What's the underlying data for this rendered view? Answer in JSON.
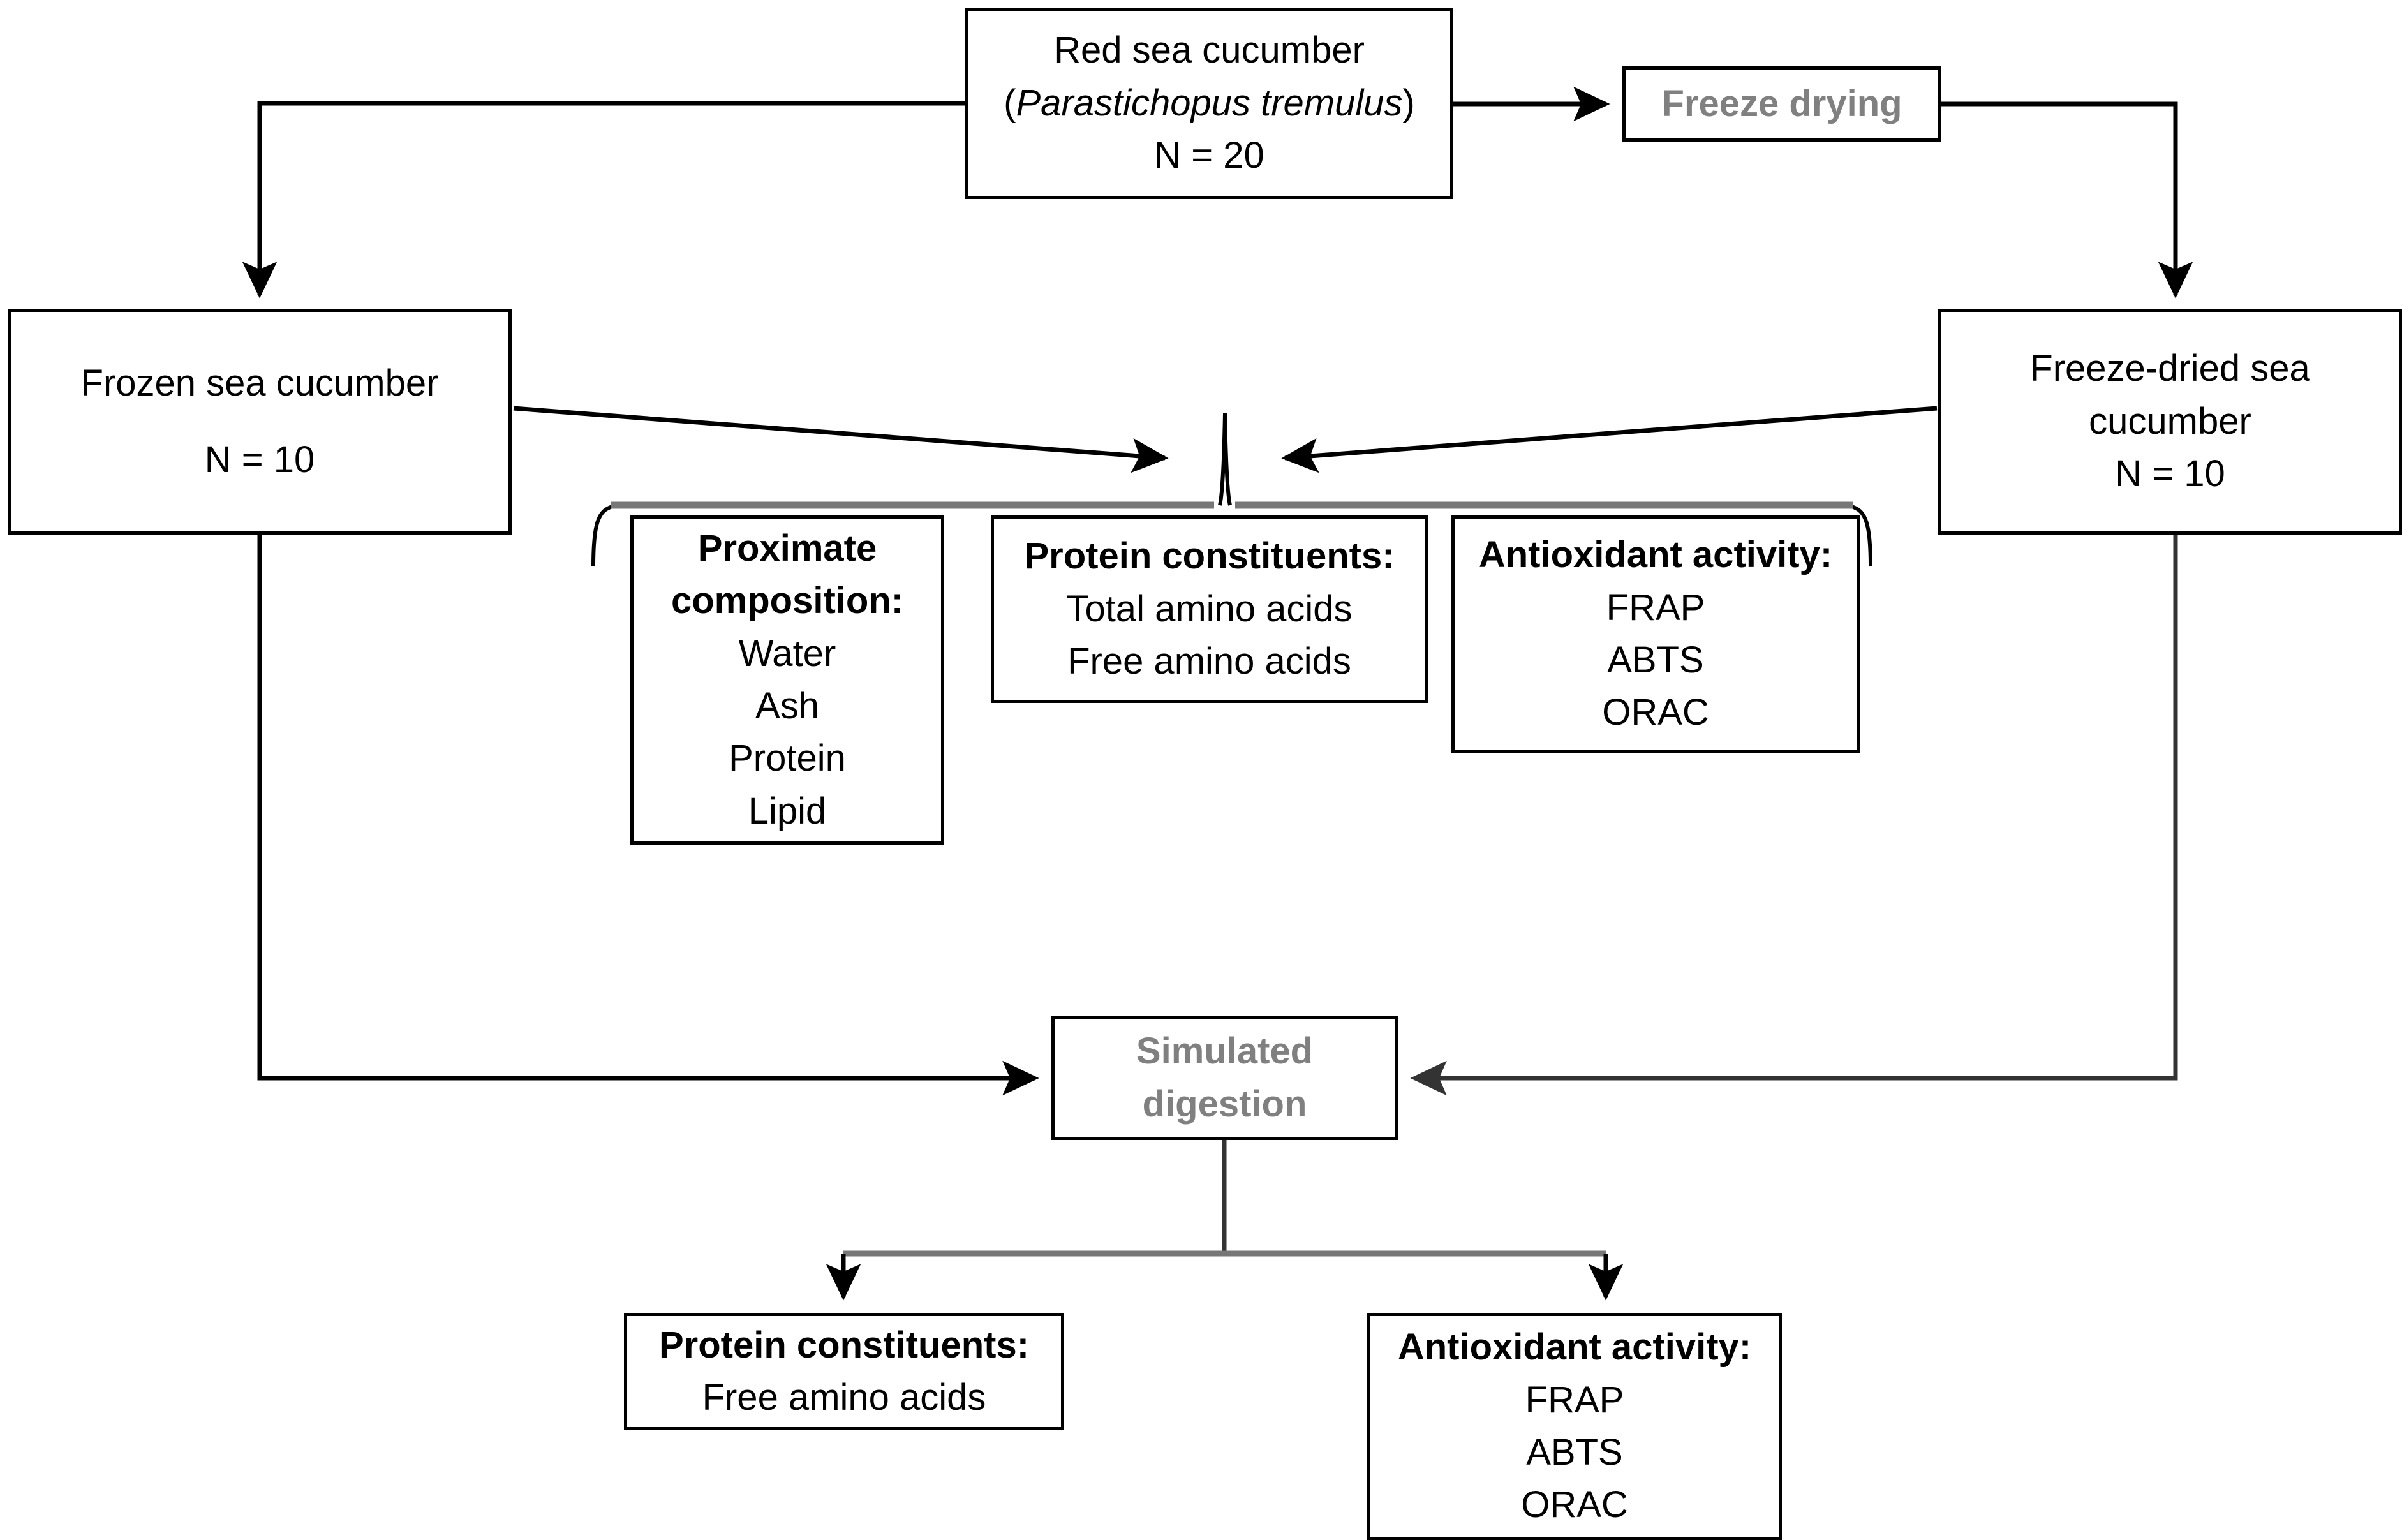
{
  "diagram": {
    "title": "Experimental flow chart for red sea cucumber processing and analysis",
    "colors": {
      "line": "#000000",
      "muted_text": "#808080",
      "text": "#000000",
      "background": "#ffffff"
    },
    "nodes": {
      "source": {
        "line1": "Red sea cucumber",
        "line2_open": "(",
        "line2_species": "Parastichopus tremulus",
        "line2_close": ")",
        "line3": "N = 20"
      },
      "freeze_drying": {
        "label": "Freeze drying"
      },
      "frozen": {
        "line1": "Frozen sea cucumber",
        "line2": "N = 10"
      },
      "freeze_dried": {
        "line1": "Freeze-dried sea",
        "line2": "cucumber",
        "line3": "N = 10"
      },
      "proximate": {
        "header_line1": "Proximate",
        "header_line2": "composition:",
        "items": [
          "Water",
          "Ash",
          "Protein",
          "Lipid"
        ]
      },
      "protein_mid": {
        "header": "Protein constituents:",
        "items": [
          "Total amino acids",
          "Free amino acids"
        ]
      },
      "antioxidant_mid": {
        "header": "Antioxidant activity:",
        "items": [
          "FRAP",
          "ABTS",
          "ORAC"
        ]
      },
      "simulated_digestion": {
        "line1": "Simulated",
        "line2": "digestion"
      },
      "protein_bottom": {
        "header": "Protein constituents:",
        "items": [
          "Free amino acids"
        ]
      },
      "antioxidant_bottom": {
        "header": "Antioxidant activity:",
        "items": [
          "FRAP",
          "ABTS",
          "ORAC"
        ]
      }
    },
    "connectors": [
      {
        "name": "source-to-frozen",
        "from": "source",
        "to": "frozen"
      },
      {
        "name": "source-to-freeze-drying",
        "from": "source",
        "to": "freeze_drying"
      },
      {
        "name": "freeze-drying-to-freeze-dried",
        "from": "freeze_drying",
        "to": "freeze_dried"
      },
      {
        "name": "frozen-to-analyses",
        "from": "frozen",
        "to": "analysis_group"
      },
      {
        "name": "freeze-dried-to-analyses",
        "from": "freeze_dried",
        "to": "analysis_group"
      },
      {
        "name": "frozen-to-digestion",
        "from": "frozen",
        "to": "simulated_digestion"
      },
      {
        "name": "freeze-dried-to-digestion",
        "from": "freeze_dried",
        "to": "simulated_digestion"
      },
      {
        "name": "digestion-to-protein-bottom",
        "from": "simulated_digestion",
        "to": "protein_bottom"
      },
      {
        "name": "digestion-to-antioxidant-bottom",
        "from": "simulated_digestion",
        "to": "antioxidant_bottom"
      }
    ]
  }
}
